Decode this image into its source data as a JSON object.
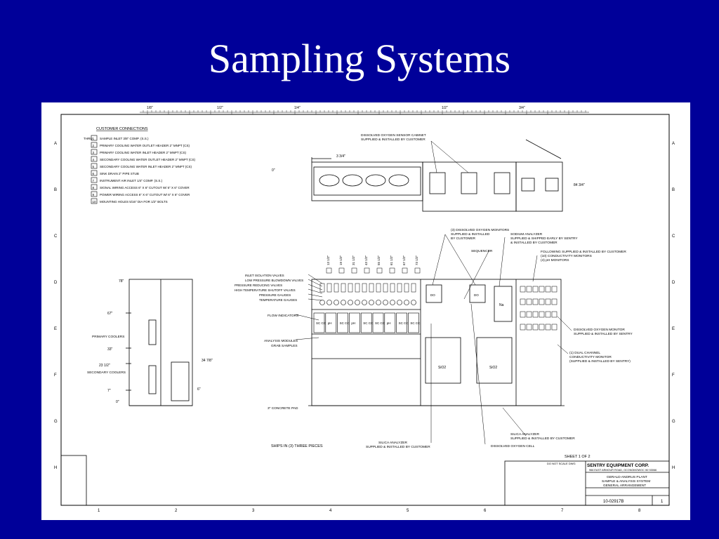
{
  "slide": {
    "title": "Sampling Systems"
  },
  "drawing": {
    "border_rows": [
      "A",
      "B",
      "C",
      "D",
      "E",
      "F",
      "G",
      "H"
    ],
    "border_cols": [
      "1",
      "2",
      "3",
      "4",
      "5",
      "6",
      "7",
      "8"
    ],
    "scale_marks": [
      "1/8\"",
      "1/2\"",
      "1/4\"",
      "1/2\"",
      "3/4\""
    ],
    "customer_connections": {
      "heading": "CUSTOMER CONNECTIONS",
      "thru_label": "THRU",
      "items": [
        {
          "num": "1",
          "text": "SAMPLE INLET 3/8\" COMP. (S.S.)"
        },
        {
          "num": "2",
          "text": "PRIMARY COOLING WATER OUTLET HEADER 2\" MNPT (CS)"
        },
        {
          "num": "3",
          "text": "PRIMARY COOLING WATER INLET HEADER 2\" MNPT (CS)"
        },
        {
          "num": "4",
          "text": "SECONDARY COOLING WATER OUTLET HEADER 2\" MNPT (CS)"
        },
        {
          "num": "5",
          "text": "SECONDARY COOLING WATER INLET HEADER 2\" MNPT (CS)"
        },
        {
          "num": "6",
          "text": "SINK DRAIN 2\" PIPE STUB"
        },
        {
          "num": "7",
          "text": "INSTRUMENT AIR INLET 1/4\" COMP. (S.S.)"
        },
        {
          "num": "8",
          "text": "SIGNAL WIRING ACCESS 6\" X 6\" CUTOUT W/ 6\" X 6\" COVER"
        },
        {
          "num": "9",
          "text": "POWER WIRING ACCESS 6\" X 6\" CUTOUT W/ 6\" X 6\" COVER"
        },
        {
          "num": "10",
          "text": "MOUNTING HOLES 5/16\" DIA FOR 1/2\" BOLTS"
        }
      ]
    },
    "top_view": {
      "cabinet_note": [
        "DISSOLVED OXYGEN SENSOR CABINET",
        "SUPPLIED & INSTALLED BY CUSTOMER"
      ],
      "dim_top": "3 3/4\"",
      "dim_left": "0\"",
      "dim_right": "84 3/4\""
    },
    "front_view": {
      "left_labels": [
        "INLET ISOLATION VALVES",
        "LOW PRESSURE BLOWDOWN VALVES",
        "PRESSURE REDUCING VALVES",
        "HIGH TEMPERATURE SHUTOFF VALVES",
        "PRESSURE GAUGES",
        "TEMPERATURE GAUGES"
      ],
      "flow_indicators": "FLOW INDICATORS",
      "analysis_modules": "ANALYSIS MODULES",
      "grab_samples": "GRAB SAMPLES",
      "concrete_pad": "3\" CONCRETE PAD",
      "modules": [
        "SC CC",
        "pH",
        "SC CC",
        "pH",
        "SC CC",
        "SC CC",
        "pH",
        "SC CC",
        "SC CC"
      ],
      "do_monitors": [
        "(3) DISSOLVED OXYGEN MONITORS",
        "SUPPLIED & INSTALLED",
        "BY CUSTOMER"
      ],
      "sodium": [
        "SODIUM ANALYZER",
        "SUPPLIED & SHIPPED EARLY BY SENTRY",
        "& INSTALLED BY CUSTOMER"
      ],
      "sequencer": "SEQUENCER",
      "following": [
        "FOLLOWING SUPPLIED & INSTALLED BY CUSTOMER",
        "(10) CONDUCTIVITY MONITORS",
        "(4) pH MONITORS"
      ],
      "do_monitor_sentry": [
        "DISSOLVED OXYGEN MONITOR",
        "SUPPLIED & INSTALLED BY SENTRY"
      ],
      "dual_channel": [
        "(1) DUAL CHANNEL",
        "CONDUCTIVITY MONITOR",
        "(SUPPLIED & INSTALLED BY SENTRY)"
      ],
      "silica_sentry": [
        "SILICA ANALYZER",
        "SUPPLIED & INSTALLED BY CUSTOMER"
      ],
      "silica_customer": [
        "SILICA ANALYZER",
        "SUPPLIED & INSTALLED BY CUSTOMER"
      ],
      "do_cell": "DISSOLVED OXYGEN CELL",
      "sio2": "SiO2",
      "do": "DO",
      "na": "Na",
      "ships": "SHIPS IN (3) THREE PIECES",
      "top_dims": [
        "13 1/2\"",
        "19 1/2\"",
        "31 1/2\"",
        "43 1/2\"",
        "55 1/2\"",
        "61 1/2\"",
        "67 1/2\"",
        "73 1/2\""
      ]
    },
    "side_view": {
      "primary_coolers": "PRIMARY COOLERS",
      "secondary_coolers": "SECONDARY COOLERS",
      "dims": [
        "78\"",
        "67\"",
        "33\"",
        "23 1/2\"",
        "7\"",
        "0\"",
        "34 7/8\"",
        "6\""
      ]
    },
    "title_block": {
      "company": "SENTRY EQUIPMENT CORP.",
      "address": "966 EAST ARMOUR ROAD, OCONOMOWOC WI 53066",
      "project": [
        "GERALD ANDRUS PLANT",
        "SAMPLE & ANALYSIS SYSTEM",
        "GENERAL ARRANGEMENT"
      ],
      "sheet": "SHEET 1 OF 2",
      "drawing_no": "10-02917B",
      "sheet_num": "1",
      "scale": "DO NOT SCALE DWG"
    }
  }
}
